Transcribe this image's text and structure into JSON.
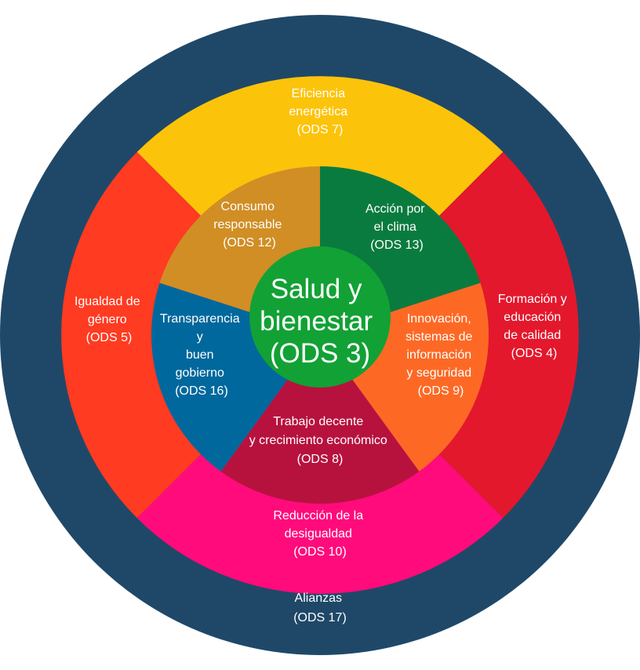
{
  "colors": {
    "outer_ring": "#1F4868",
    "ods7": "#FCC30B",
    "ods4": "#E3182D",
    "ods10": "#FF0B7C",
    "ods5": "#FF3B21",
    "ods12": "#D08E25",
    "ods13": "#0A7B3E",
    "ods9": "#FD6925",
    "ods8": "#B7123E",
    "ods16": "#00689D",
    "center": "#12A135",
    "text": "#FFFFFF"
  },
  "center": {
    "lines": [
      "Salud y",
      "bienestar",
      "(ODS 3)"
    ]
  },
  "outer": {
    "alianzas": {
      "lines": [
        "Alianzas",
        "(ODS 17)"
      ]
    }
  },
  "middle": {
    "ods7": {
      "lines": [
        "Eficiencia",
        "energética",
        "(ODS 7)"
      ]
    },
    "ods4": {
      "lines": [
        "Formación y",
        "educación",
        "de calidad",
        "(ODS 4)"
      ]
    },
    "ods10": {
      "lines": [
        "Reducción de la",
        "desigualdad",
        "(ODS 10)"
      ]
    },
    "ods5": {
      "lines": [
        "Igualdad de",
        "género",
        "(ODS 5)"
      ]
    }
  },
  "inner": {
    "ods12": {
      "lines": [
        "Consumo",
        "responsable",
        "(ODS 12)"
      ]
    },
    "ods13": {
      "lines": [
        "Acción por",
        "el clima",
        "(ODS 13)"
      ]
    },
    "ods9": {
      "lines": [
        "Innovación,",
        "sistemas de",
        "información",
        "y seguridad",
        "(ODS 9)"
      ]
    },
    "ods8": {
      "lines": [
        "Trabajo decente",
        "y crecimiento económico",
        "(ODS 8)"
      ]
    },
    "ods16": {
      "lines": [
        "Transparencia",
        "y",
        "buen",
        "gobierno",
        "(ODS 16)"
      ]
    }
  }
}
